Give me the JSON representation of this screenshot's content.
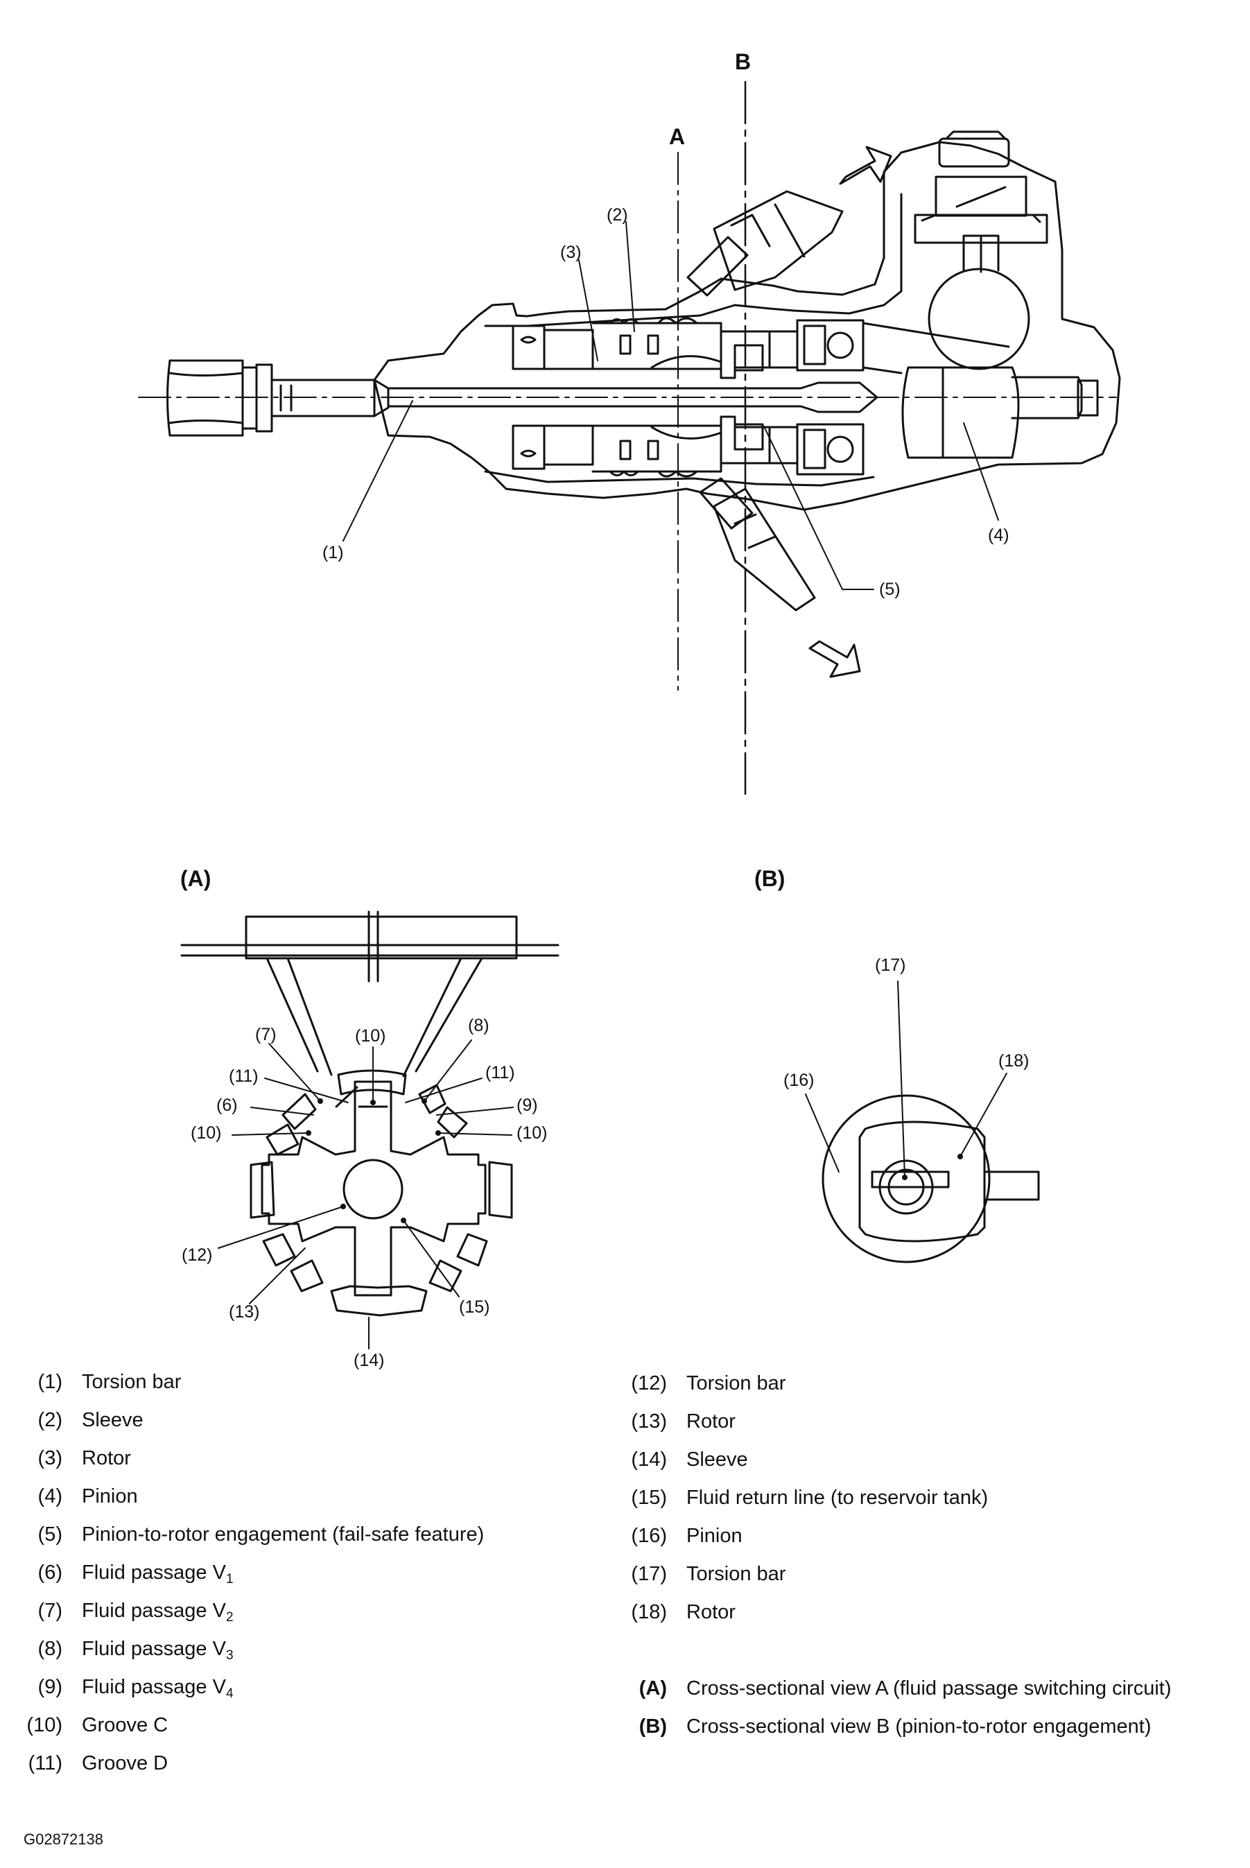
{
  "sections": {
    "a_label": "A",
    "b_label": "B",
    "view_a_title": "(A)",
    "view_b_title": "(B)"
  },
  "callouts": {
    "main": [
      "(1)",
      "(2)",
      "(3)",
      "(4)",
      "(5)"
    ],
    "view_a": [
      "(7)",
      "(10)",
      "(8)",
      "(11)",
      "(11)",
      "(6)",
      "(9)",
      "(10)",
      "(10)",
      "(12)",
      "(15)",
      "(13)",
      "(14)"
    ],
    "view_b": [
      "(17)",
      "(18)",
      "(16)"
    ]
  },
  "legend": {
    "left": [
      {
        "num": "(1)",
        "text": "Torsion bar"
      },
      {
        "num": "(2)",
        "text": "Sleeve"
      },
      {
        "num": "(3)",
        "text": "Rotor"
      },
      {
        "num": "(4)",
        "text": "Pinion"
      },
      {
        "num": "(5)",
        "text": "Pinion-to-rotor engagement (fail-safe feature)"
      },
      {
        "num": "(6)",
        "text": "Fluid passage V",
        "sub": "1"
      },
      {
        "num": "(7)",
        "text": "Fluid passage V",
        "sub": "2"
      },
      {
        "num": "(8)",
        "text": "Fluid passage V",
        "sub": "3"
      },
      {
        "num": "(9)",
        "text": "Fluid passage V",
        "sub": "4"
      },
      {
        "num": "(10)",
        "text": "Groove C"
      },
      {
        "num": "(11)",
        "text": "Groove D"
      }
    ],
    "right": [
      {
        "num": "(12)",
        "text": "Torsion bar"
      },
      {
        "num": "(13)",
        "text": "Rotor"
      },
      {
        "num": "(14)",
        "text": "Sleeve"
      },
      {
        "num": "(15)",
        "text": "Fluid return line (to reservoir tank)"
      },
      {
        "num": "(16)",
        "text": "Pinion"
      },
      {
        "num": "(17)",
        "text": "Torsion bar"
      },
      {
        "num": "(18)",
        "text": "Rotor"
      }
    ],
    "views": [
      {
        "num": "(A)",
        "text": "Cross-sectional view A (fluid passage switching circuit)"
      },
      {
        "num": "(B)",
        "text": "Cross-sectional view B (pinion-to-rotor engagement)"
      }
    ]
  },
  "figure_code": "G02872138"
}
